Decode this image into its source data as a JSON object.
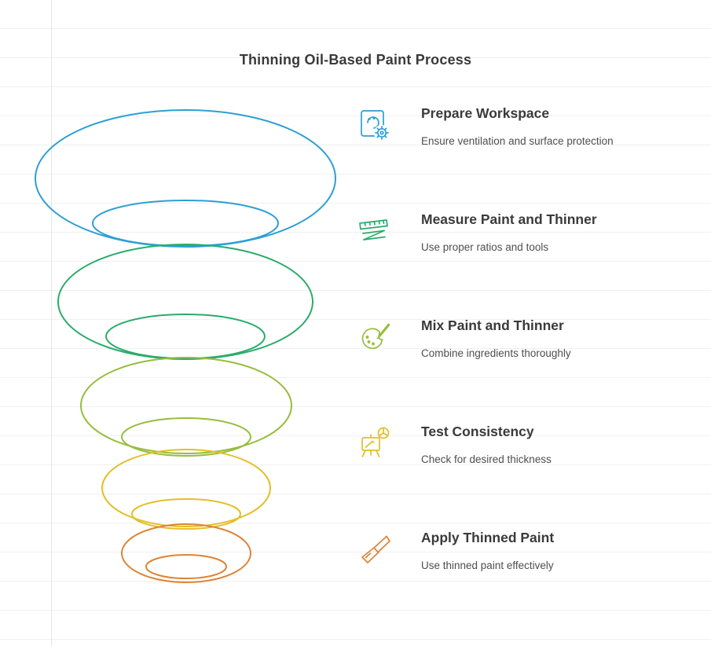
{
  "title": "Thinning Oil-Based Paint Process",
  "steps": [
    {
      "label": "Prepare Workspace",
      "description": "Ensure ventilation and surface protection",
      "color": "#2d9fd4",
      "icon": "workspace-gear-icon"
    },
    {
      "label": "Measure Paint and Thinner",
      "description": "Use proper ratios and tools",
      "color": "#2bab6b",
      "icon": "measuring-tape-icon"
    },
    {
      "label": "Mix Paint and Thinner",
      "description": "Combine ingredients thoroughly",
      "color": "#97bd3c",
      "icon": "palette-brush-icon"
    },
    {
      "label": "Test Consistency",
      "description": "Check for desired thickness",
      "color": "#e2bf28",
      "icon": "easel-test-icon"
    },
    {
      "label": "Apply Thinned Paint",
      "description": "Use thinned paint effectively",
      "color": "#dd8436",
      "icon": "paintbrush-icon"
    }
  ],
  "funnel": {
    "levels": [
      {
        "color": "#2d9fd4"
      },
      {
        "color": "#2bab6b"
      },
      {
        "color": "#97bd3c"
      },
      {
        "color": "#e2bf28"
      },
      {
        "color": "#dd8436"
      }
    ]
  }
}
